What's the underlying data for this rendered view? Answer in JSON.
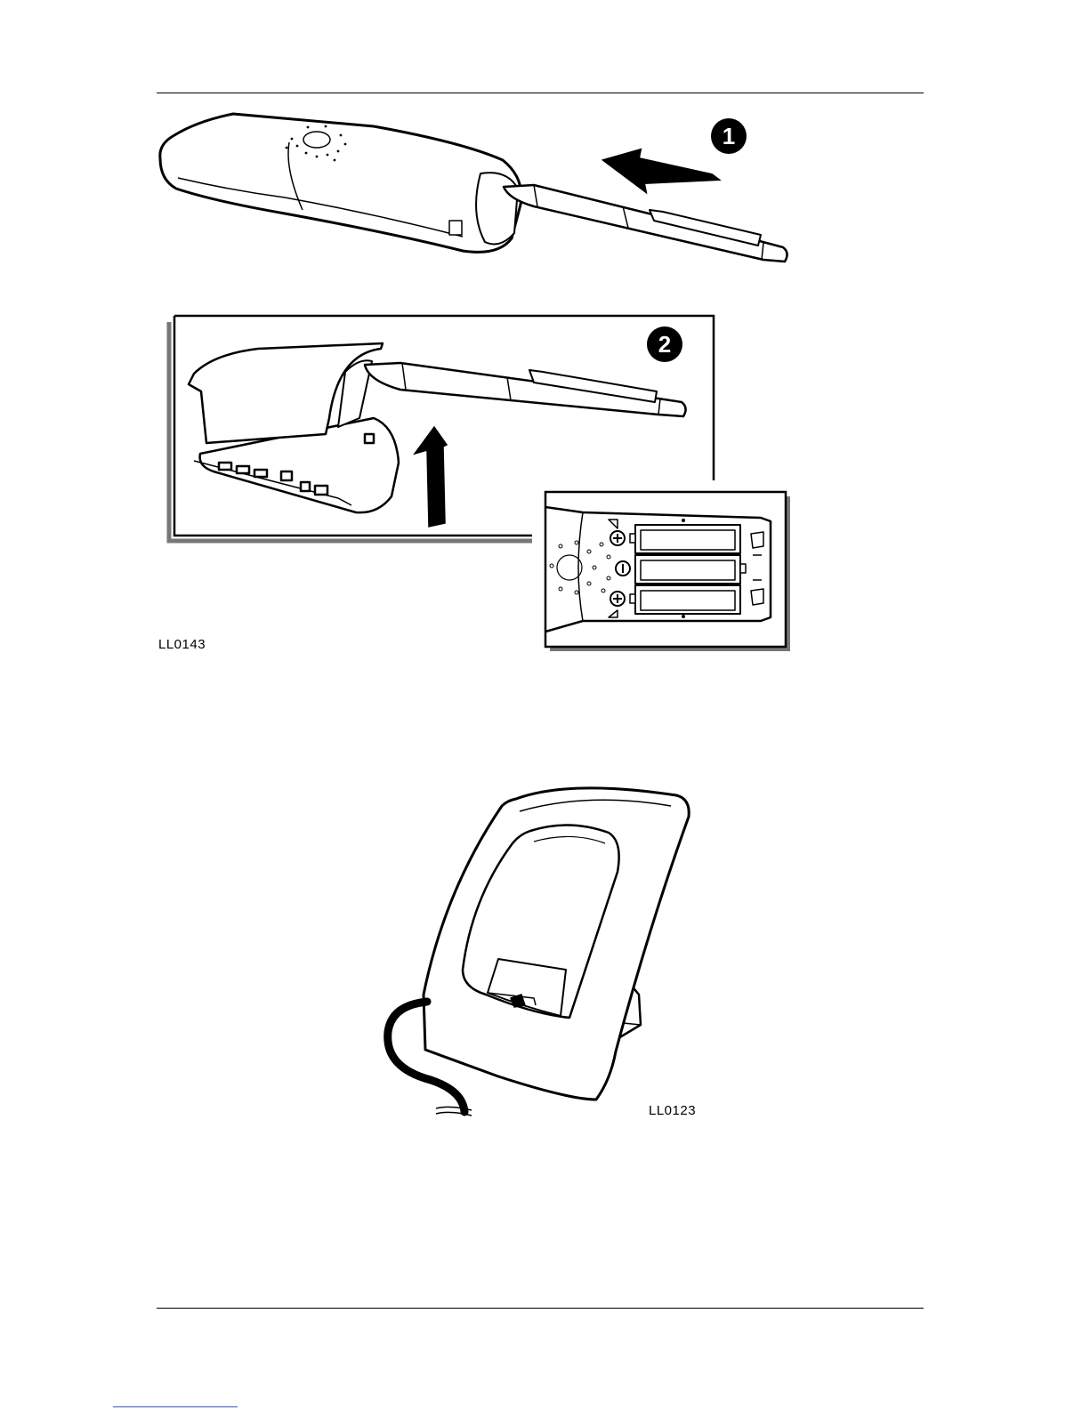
{
  "figure1": {
    "step1_marker": "1",
    "step2_marker": "2",
    "code": "LL0143"
  },
  "figure2": {
    "code": "LL0123"
  },
  "colors": {
    "ink": "#000000",
    "paper": "#ffffff",
    "footer_link": "#3a52c8"
  }
}
